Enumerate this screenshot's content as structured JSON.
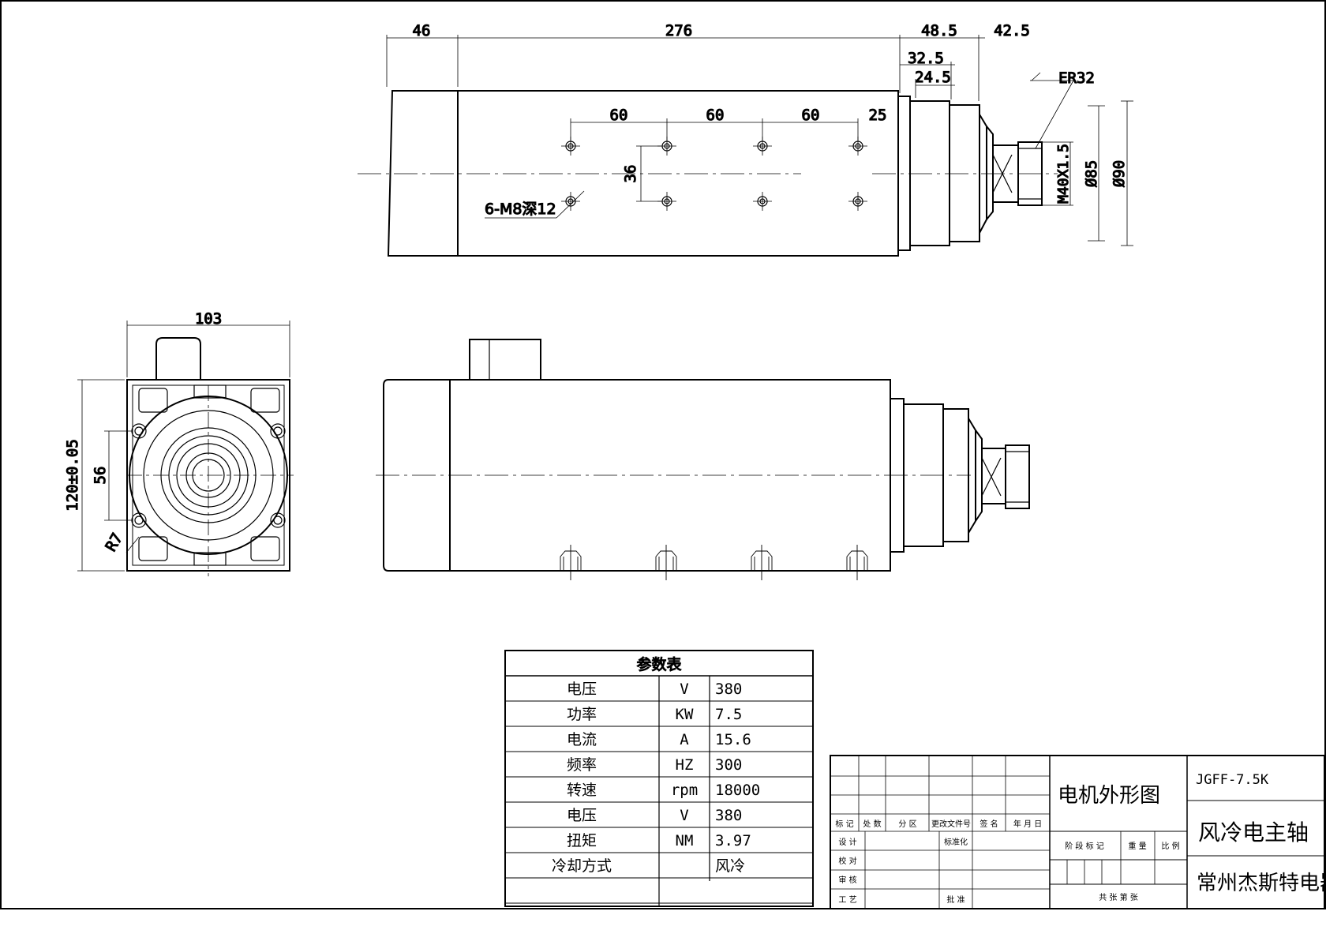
{
  "drawing": {
    "top_view": {
      "dims": {
        "d46": "46",
        "d276": "276",
        "d48_5": "48.5",
        "d42_5": "42.5",
        "d32_5": "32.5",
        "d24_5": "24.5",
        "er32": "ER32",
        "h60a": "60",
        "h60b": "60",
        "h60c": "60",
        "h25": "25",
        "v36": "36",
        "holes": "6-M8深12",
        "thread": "M40X1.5",
        "dia85": "Ø85",
        "dia90": "Ø90"
      }
    },
    "end_view": {
      "dims": {
        "d103": "103",
        "d120": "120±0.05",
        "d56": "56",
        "r7": "R7"
      }
    }
  },
  "param_table": {
    "title": "参数表",
    "rows": [
      {
        "name": "电压",
        "unit": "V",
        "value": "380"
      },
      {
        "name": "功率",
        "unit": "KW",
        "value": "7.5"
      },
      {
        "name": "电流",
        "unit": "A",
        "value": "15.6"
      },
      {
        "name": "频率",
        "unit": "HZ",
        "value": "300"
      },
      {
        "name": "转速",
        "unit": "rpm",
        "value": "18000"
      },
      {
        "name": "电压",
        "unit": "V",
        "value": "380"
      },
      {
        "name": "扭矩",
        "unit": "NM",
        "value": "3.97"
      },
      {
        "name": "冷却方式",
        "unit": "",
        "value": "风冷"
      }
    ]
  },
  "title_block": {
    "hdr": {
      "c1": "标 记",
      "c2": "处 数",
      "c3": "分  区",
      "c4": "更改文件号",
      "c5": "签 名",
      "c6": "年 月 日"
    },
    "r_design": "设 计",
    "r_std": "标准化",
    "r_check": "校 对",
    "r_review": "审 核",
    "r_process": "工 艺",
    "r_approve": "批 准",
    "stage": "阶 段 标 记",
    "weight": "重 量",
    "scale": "比 例",
    "sheets": "共     张     第     张",
    "drawing_title": "电机外形图",
    "model": "JGFF-7.5K",
    "product": "风冷电主轴",
    "company": "常州杰斯特电器"
  }
}
